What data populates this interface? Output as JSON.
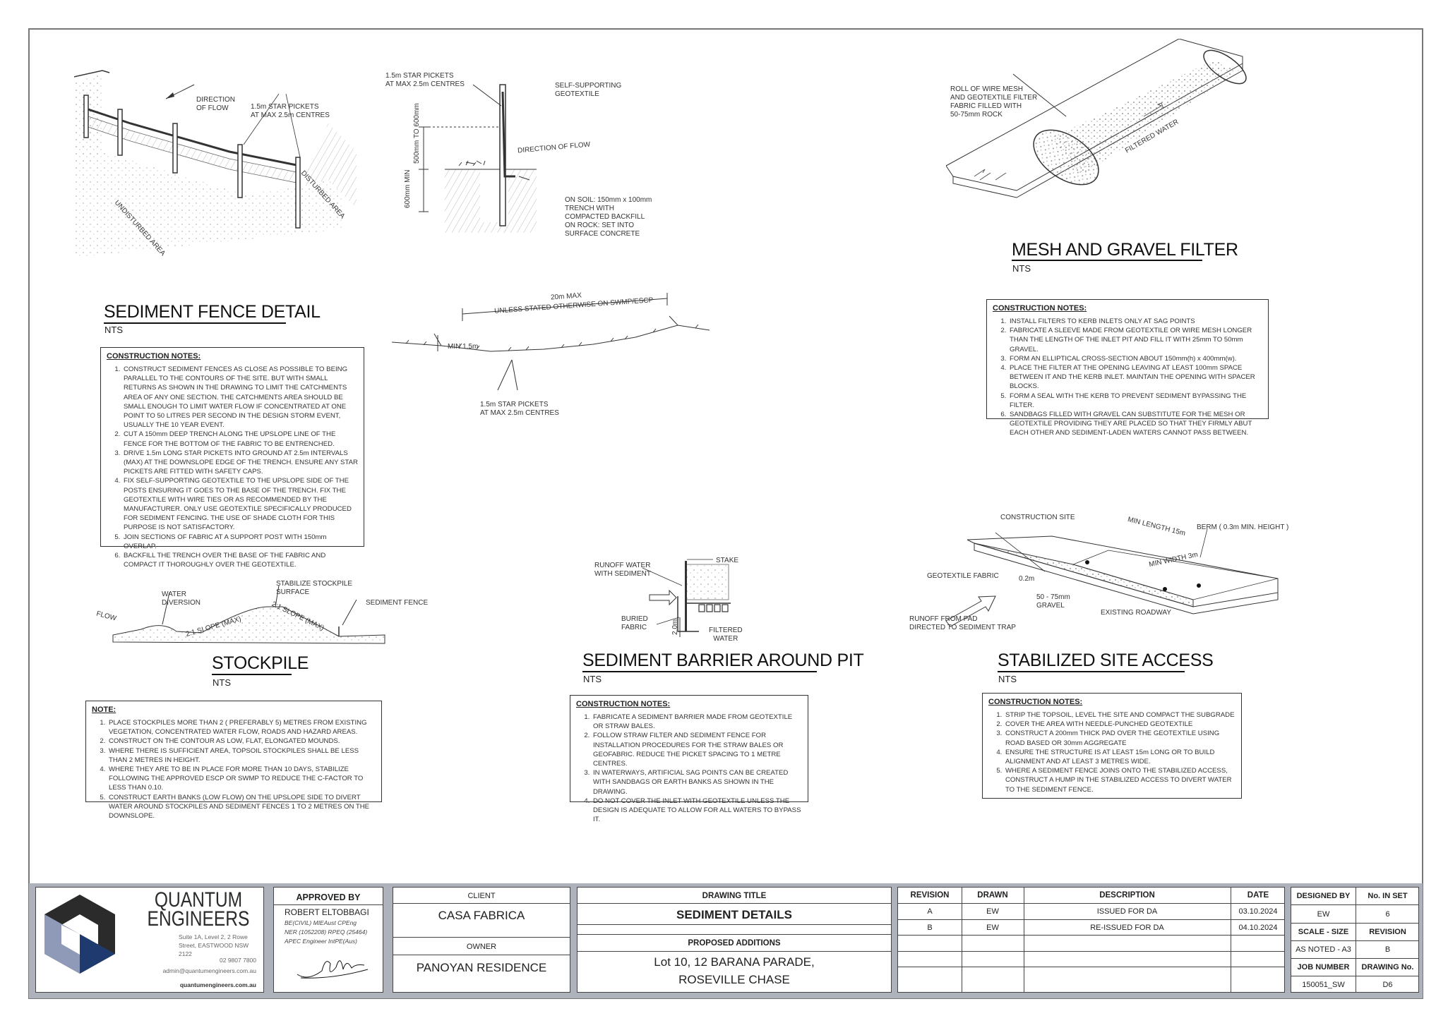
{
  "sediment_fence": {
    "title": "SEDIMENT FENCE DETAIL",
    "scale": "NTS",
    "labels": {
      "direction_of_flow": "DIRECTION\nOF FLOW",
      "star_pickets": "1.5m STAR PICKETS\nAT MAX 2.5m CENTRES",
      "disturbed_area": "DISTURBED AREA",
      "undisturbed_area": "UNDISTURBED AREA"
    },
    "notes_heading": "CONSTRUCTION NOTES:",
    "notes": [
      "CONSTRUCT SEDIMENT FENCES AS CLOSE AS POSSIBLE TO BEING PARALLEL TO THE CONTOURS OF THE SITE. BUT WITH SMALL RETURNS AS SHOWN IN THE DRAWING TO LIMIT THE CATCHMENTS AREA OF ANY ONE SECTION. THE CATCHMENTS AREA SHOULD BE SMALL ENOUGH TO LIMIT WATER FLOW IF CONCENTRATED AT ONE POINT TO 50 LITRES PER SECOND IN THE DESIGN STORM EVENT, USUALLY THE 10 YEAR EVENT.",
      "CUT A 150mm DEEP TRENCH ALONG THE UPSLOPE LINE OF THE FENCE FOR THE BOTTOM OF THE FABRIC TO BE ENTRENCHED.",
      "DRIVE 1.5m LONG STAR PICKETS INTO GROUND AT 2.5m INTERVALS (MAX) AT THE DOWNSLOPE EDGE OF THE TRENCH. ENSURE ANY STAR PICKETS ARE FITTED WITH SAFETY CAPS.",
      "FIX SELF-SUPPORTING GEOTEXTILE TO THE UPSLOPE SIDE OF THE POSTS ENSURING IT GOES TO THE BASE OF THE TRENCH. FIX THE GEOTEXTILE WITH WIRE TIES OR AS RECOMMENDED BY THE MANUFACTURER. ONLY USE GEOTEXTILE SPECIFICALLY PRODUCED FOR SEDIMENT FENCING. THE USE OF SHADE CLOTH FOR THIS PURPOSE IS NOT SATISFACTORY.",
      "JOIN SECTIONS OF FABRIC AT A SUPPORT POST WITH 150mm OVERLAP.",
      "BACKFILL THE TRENCH OVER THE BASE OF THE FABRIC AND COMPACT IT THOROUGHLY OVER THE GEOTEXTILE."
    ]
  },
  "fence_section": {
    "star_pickets": "1.5m STAR PICKETS\nAT MAX 2.5m CENTRES",
    "geotextile": "SELF-SUPPORTING\nGEOTEXTILE",
    "direction_of_flow": "DIRECTION OF FLOW",
    "dim_height": "500mm TO 600mm",
    "dim_min": "600mm MIN",
    "on_soil": "ON SOIL: 150mm x 100mm\nTRENCH WITH\nCOMPACTED BACKFILL\nON ROCK: SET INTO\nSURFACE CONCRETE"
  },
  "fence_plan": {
    "max_length": "20m MAX",
    "unless_stated": "UNLESS STATED OTHERWISE ON SWMP/ESCP",
    "min_return": "MIN 1.5m",
    "star_pickets": "1.5m STAR PICKETS\nAT MAX 2.5m CENTRES"
  },
  "mesh_filter": {
    "title": "MESH AND GRAVEL FILTER",
    "scale": "NTS",
    "roll_label": "ROLL OF WIRE MESH\nAND GEOTEXTILE FILTER\nFABRIC FILLED WITH\n50-75mm ROCK",
    "filtered_water": "FILTERED WATER",
    "notes_heading": "CONSTRUCTION NOTES:",
    "notes": [
      "INSTALL FILTERS TO KERB INLETS ONLY AT SAG POINTS",
      "FABRICATE A SLEEVE MADE FROM GEOTEXTILE OR WIRE MESH LONGER THAN THE LENGTH OF THE INLET PIT AND FILL IT WITH 25mm TO 50mm GRAVEL.",
      "FORM AN ELLIPTICAL CROSS-SECTION ABOUT 150mm(h) x 400mm(w).",
      "PLACE THE FILTER AT THE OPENING LEAVING AT LEAST 100mm SPACE BETWEEN IT AND THE KERB INLET. MAINTAIN THE OPENING WITH SPACER BLOCKS.",
      "FORM A SEAL WITH THE KERB TO PREVENT SEDIMENT BYPASSING THE FILTER.",
      "SANDBAGS FILLED WITH GRAVEL CAN SUBSTITUTE FOR THE MESH OR GEOTEXTILE PROVIDING THEY ARE PLACED SO THAT THEY FIRMLY ABUT EACH OTHER AND SEDIMENT-LADEN WATERS CANNOT PASS BETWEEN."
    ]
  },
  "stockpile": {
    "title": "STOCKPILE",
    "scale": "NTS",
    "labels": {
      "flow": "FLOW",
      "water_diversion": "WATER\nDIVERSION",
      "stabilize": "STABILIZE STOCKPILE\nSURFACE",
      "sediment_fence": "SEDIMENT FENCE",
      "slope1": "2:1 SLOPE (MAX)",
      "slope2": "2:1 SLOPE (MAX)"
    },
    "notes_heading": "NOTE:",
    "notes": [
      "PLACE STOCKPILES MORE THAN 2 ( PREFERABLY 5) METRES FROM EXISTING VEGETATION, CONCENTRATED WATER FLOW, ROADS AND HAZARD AREAS.",
      "CONSTRUCT ON THE CONTOUR AS LOW, FLAT, ELONGATED MOUNDS.",
      "WHERE THERE IS SUFFICIENT AREA, TOPSOIL STOCKPILES SHALL BE LESS THAN 2 METRES IN HEIGHT.",
      "WHERE THEY ARE TO BE IN PLACE FOR MORE THAN 10 DAYS, STABILIZE FOLLOWING THE APPROVED ESCP OR SWMP TO REDUCE THE C-FACTOR TO LESS THAN 0.10.",
      "CONSTRUCT EARTH BANKS (LOW FLOW) ON THE UPSLOPE SIDE TO DIVERT WATER AROUND STOCKPILES AND SEDIMENT FENCES 1 TO 2 METRES ON THE DOWNSLOPE."
    ]
  },
  "pit_barrier": {
    "title": "SEDIMENT BARRIER AROUND PIT",
    "scale": "NTS",
    "labels": {
      "runoff": "RUNOFF WATER\nWITH SEDIMENT",
      "stake": "STAKE",
      "buried": "BURIED\nFABRIC",
      "filtered": "FILTERED\nWATER",
      "dim": "2.0m"
    },
    "notes_heading": "CONSTRUCTION NOTES:",
    "notes": [
      "FABRICATE A SEDIMENT BARRIER MADE FROM GEOTEXTILE OR STRAW BALES.",
      "FOLLOW STRAW FILTER AND SEDIMENT FENCE FOR INSTALLATION PROCEDURES FOR THE STRAW BALES OR GEOFABRIC. REDUCE THE PICKET SPACING TO 1 METRE CENTRES.",
      "IN WATERWAYS, ARTIFICIAL SAG POINTS CAN BE CREATED WITH SANDBAGS OR EARTH BANKS AS SHOWN IN THE DRAWING.",
      "DO NOT COVER THE INLET WITH GEOTEXTILE UNLESS THE DESIGN IS ADEQUATE TO ALLOW FOR ALL WATERS TO BYPASS IT."
    ]
  },
  "site_access": {
    "title": "STABILIZED SITE ACCESS",
    "scale": "NTS",
    "labels": {
      "construction_site": "CONSTRUCTION SITE",
      "min_length": "MIN LENGTH 15m",
      "berm": "BERM ( 0.3m MIN. HEIGHT )",
      "min_width": "MIN WIDTH 3m",
      "geotextile": "GEOTEXTILE FABRIC",
      "dim": "0.2m",
      "gravel": "50 - 75mm\nGRAVEL",
      "roadway": "EXISTING ROADWAY",
      "runoff": "RUNOFF FROM PAD\nDIRECTED TO SEDIMENT TRAP"
    },
    "notes_heading": "CONSTRUCTION NOTES:",
    "notes": [
      "STRIP THE TOPSOIL, LEVEL THE SITE AND COMPACT THE SUBGRADE",
      "COVER THE AREA WITH NEEDLE-PUNCHED GEOTEXTILE",
      "CONSTRUCT A 200mm THICK PAD OVER THE GEOTEXTILE USING ROAD BASED OR 30mm AGGREGATE",
      "ENSURE THE STRUCTURE IS AT LEAST 15m LONG OR TO BUILD ALIGNMENT AND AT LEAST 3 METRES WIDE.",
      "WHERE A SEDIMENT FENCE JOINS ONTO THE STABILIZED ACCESS, CONSTRUCT A HUMP IN THE STABILIZED ACCESS TO DIVERT WATER TO THE SEDIMENT FENCE."
    ]
  },
  "title_block": {
    "company": {
      "name_line1": "QUANTUM",
      "name_line2": "ENGINEERS",
      "address1": "Suite 1A, Level 2, 2 Rowe",
      "address2": "Street,  EASTWOOD NSW 2122",
      "phone": "02 9807 7800",
      "email": "admin@quantumengineers.com.au",
      "website": "quantumengineers.com.au",
      "colors": {
        "dark": "#2b2b2b",
        "mid": "#3b4f8c",
        "light": "#8e9ab8",
        "navy": "#1f3a6e"
      }
    },
    "approved": {
      "heading": "APPROVED BY",
      "name": "ROBERT ELTOBBAGI",
      "cred1": "BE(CIVIL) MIEAust CPEng",
      "cred2": "NER (1052208) RPEQ (25464)",
      "cred3": "APEC Engineer IntPE(Aus)"
    },
    "client": {
      "heading": "CLIENT",
      "value": "CASA FABRICA"
    },
    "owner": {
      "heading": "OWNER",
      "value": "PANOYAN RESIDENCE"
    },
    "drawing_title": {
      "heading": "DRAWING TITLE",
      "value": "SEDIMENT DETAILS"
    },
    "project": {
      "heading": "PROPOSED ADDITIONS",
      "line1": "Lot 10, 12 BARANA PARADE,",
      "line2": "ROSEVILLE CHASE"
    },
    "revisions": {
      "headers": [
        "REVISION",
        "DRAWN",
        "DESCRIPTION",
        "DATE"
      ],
      "rows": [
        [
          "A",
          "EW",
          "ISSUED FOR DA",
          "03.10.2024"
        ],
        [
          "B",
          "EW",
          "RE-ISSUED FOR DA",
          "04.10.2024"
        ]
      ]
    },
    "info": {
      "designed_by_label": "DESIGNED BY",
      "designed_by": "EW",
      "no_in_set_label": "No. IN SET",
      "no_in_set": "6",
      "scale_label": "SCALE - SIZE",
      "scale": "AS NOTED - A3",
      "revision_label": "REVISION",
      "revision": "B",
      "job_label": "JOB NUMBER",
      "job": "150051_SW",
      "drawing_no_label": "DRAWING No.",
      "drawing_no": "D6"
    }
  }
}
